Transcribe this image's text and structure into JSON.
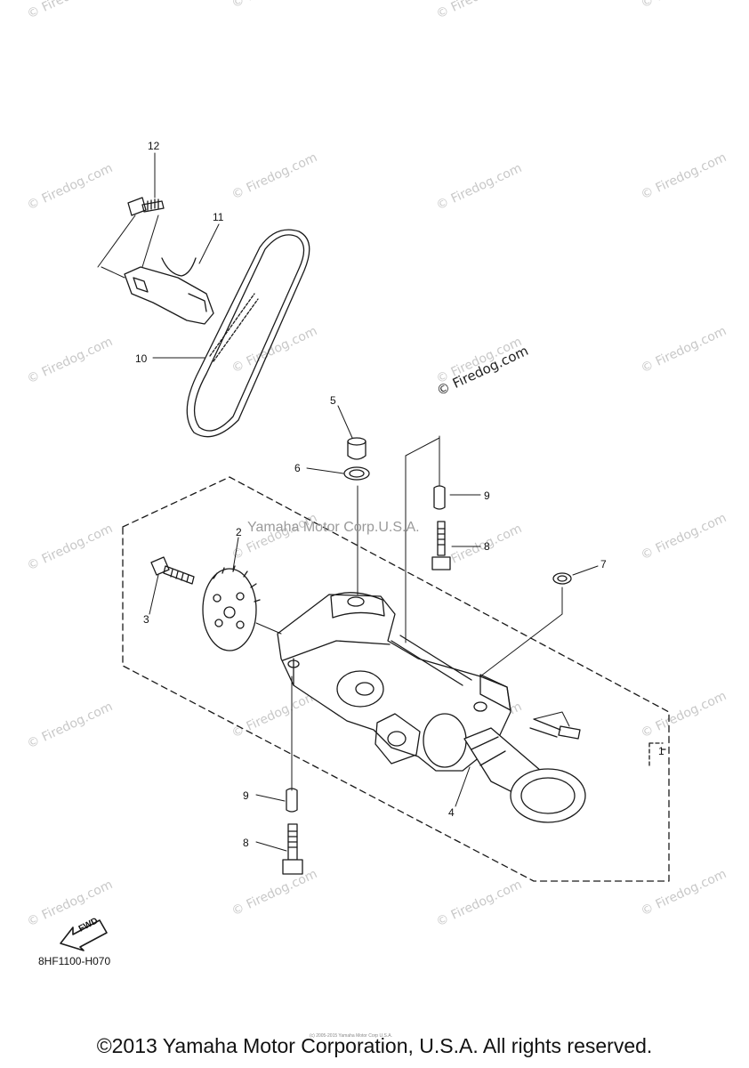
{
  "watermark_text": "© Firedog.com",
  "watermark_prominent": "© Firedog.com",
  "overlay_text": "Yamaha Motor Corp.U.S.A.",
  "diagram_code": "8HF1100-H070",
  "fwd_label": "FWD",
  "tiny_copyright": "(c) 2005-2015 Yamaha Motor Corp U.S.A.",
  "footer": "©2013 Yamaha Motor Corporation, U.S.A. All rights reserved.",
  "callouts": {
    "c12": "12",
    "c11": "11",
    "c10": "10",
    "c5": "5",
    "c6": "6",
    "c9a": "9",
    "c8a": "8",
    "c2": "2",
    "c3": "3",
    "c7": "7",
    "c1": "1",
    "c4": "4",
    "c9b": "9",
    "c8b": "8"
  },
  "colors": {
    "line": "#1a1a1a",
    "watermark": "#c8c8c8",
    "overlay": "#9a9a9a"
  }
}
